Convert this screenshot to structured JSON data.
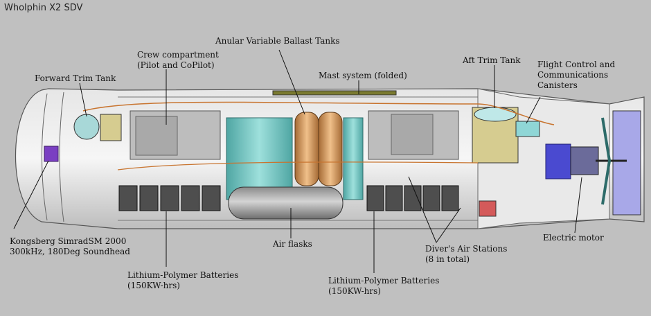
{
  "title": "Wholphin X2 SDV",
  "colors": {
    "background": "#c0c0c0",
    "hull": "#eeeeee",
    "hull_shadow": "#b8b8b8",
    "ballast_tank": "#7fc7c4",
    "air_flask": "#a9a9a9",
    "mast_tank": "#d9a774",
    "battery": "#5a5a5a",
    "motor": "#4a4ad0",
    "soundhead": "#7a3fc2",
    "leader_line": "#111111"
  },
  "labels": {
    "forward_trim_tank": "Forward Trim Tank",
    "crew_line1": "Crew compartment",
    "crew_line2": "(Pilot and CoPilot)",
    "ballast_tanks": "Anular Variable Ballast Tanks",
    "mast_system": "Mast system (folded)",
    "aft_trim_tank": "Aft Trim Tank",
    "flight_line1": "Flight Control and",
    "flight_line2": "Communications",
    "flight_line3": "Canisters",
    "soundhead_line1": "Kongsberg SimradSM 2000",
    "soundhead_line2": "300kHz, 180Deg Soundhead",
    "battery_fwd_line1": "Lithium-Polymer Batteries",
    "battery_fwd_line2": "(150KW-hrs)",
    "air_flasks": "Air flasks",
    "battery_aft_line1": "Lithium-Polymer Batteries",
    "battery_aft_line2": "(150KW-hrs)",
    "diver_line1": "Diver's Air Stations",
    "diver_line2": "(8 in total)",
    "electric_motor": "Electric motor"
  }
}
